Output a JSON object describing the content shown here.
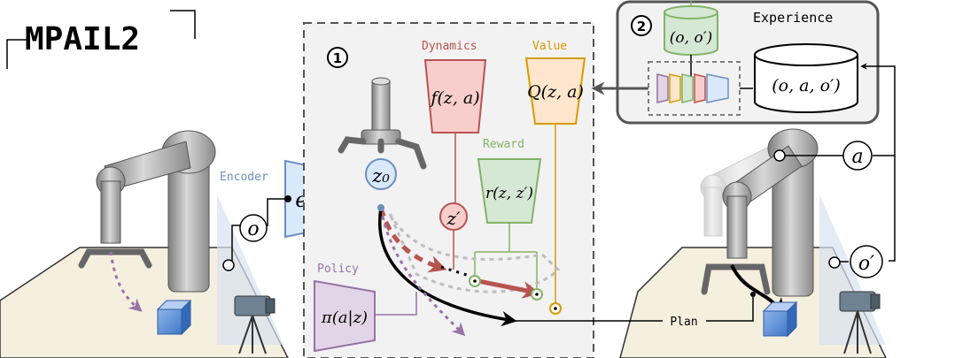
{
  "title": "MPAIL2",
  "steps": {
    "one": "1",
    "two": "2"
  },
  "labels": {
    "encoder": "Encoder",
    "dynamics": "Dynamics",
    "value": "Value",
    "reward": "Reward",
    "policy": "Policy",
    "experience": "Experience",
    "plan": "Plan"
  },
  "math": {
    "encoder_fn": "e(o)",
    "dynamics_fn": "f(z, a)",
    "value_fn": "Q(z, a)",
    "reward_fn": "r(z, z′)",
    "policy_fn": "π(a|z)",
    "z0": "z₀",
    "zprime": "z′",
    "obs": "o",
    "action": "a",
    "next_obs": "o′",
    "pair": "(o, o′)",
    "triple": "(o, a, o′)"
  },
  "colors": {
    "encoder": "#6c8ebf",
    "encoder_fill": "#dae8fc",
    "dynamics": "#b85450",
    "dynamics_fill": "#f8cecc",
    "value": "#d79b00",
    "value_fill": "#ffe6cc",
    "reward": "#82b366",
    "reward_fill": "#d5e8d4",
    "policy": "#9673a6",
    "policy_fill": "#e1d5e7",
    "panel": "#f2f2f2",
    "arrow_red": "#b85450",
    "arrow_purple": "#9673a6"
  }
}
